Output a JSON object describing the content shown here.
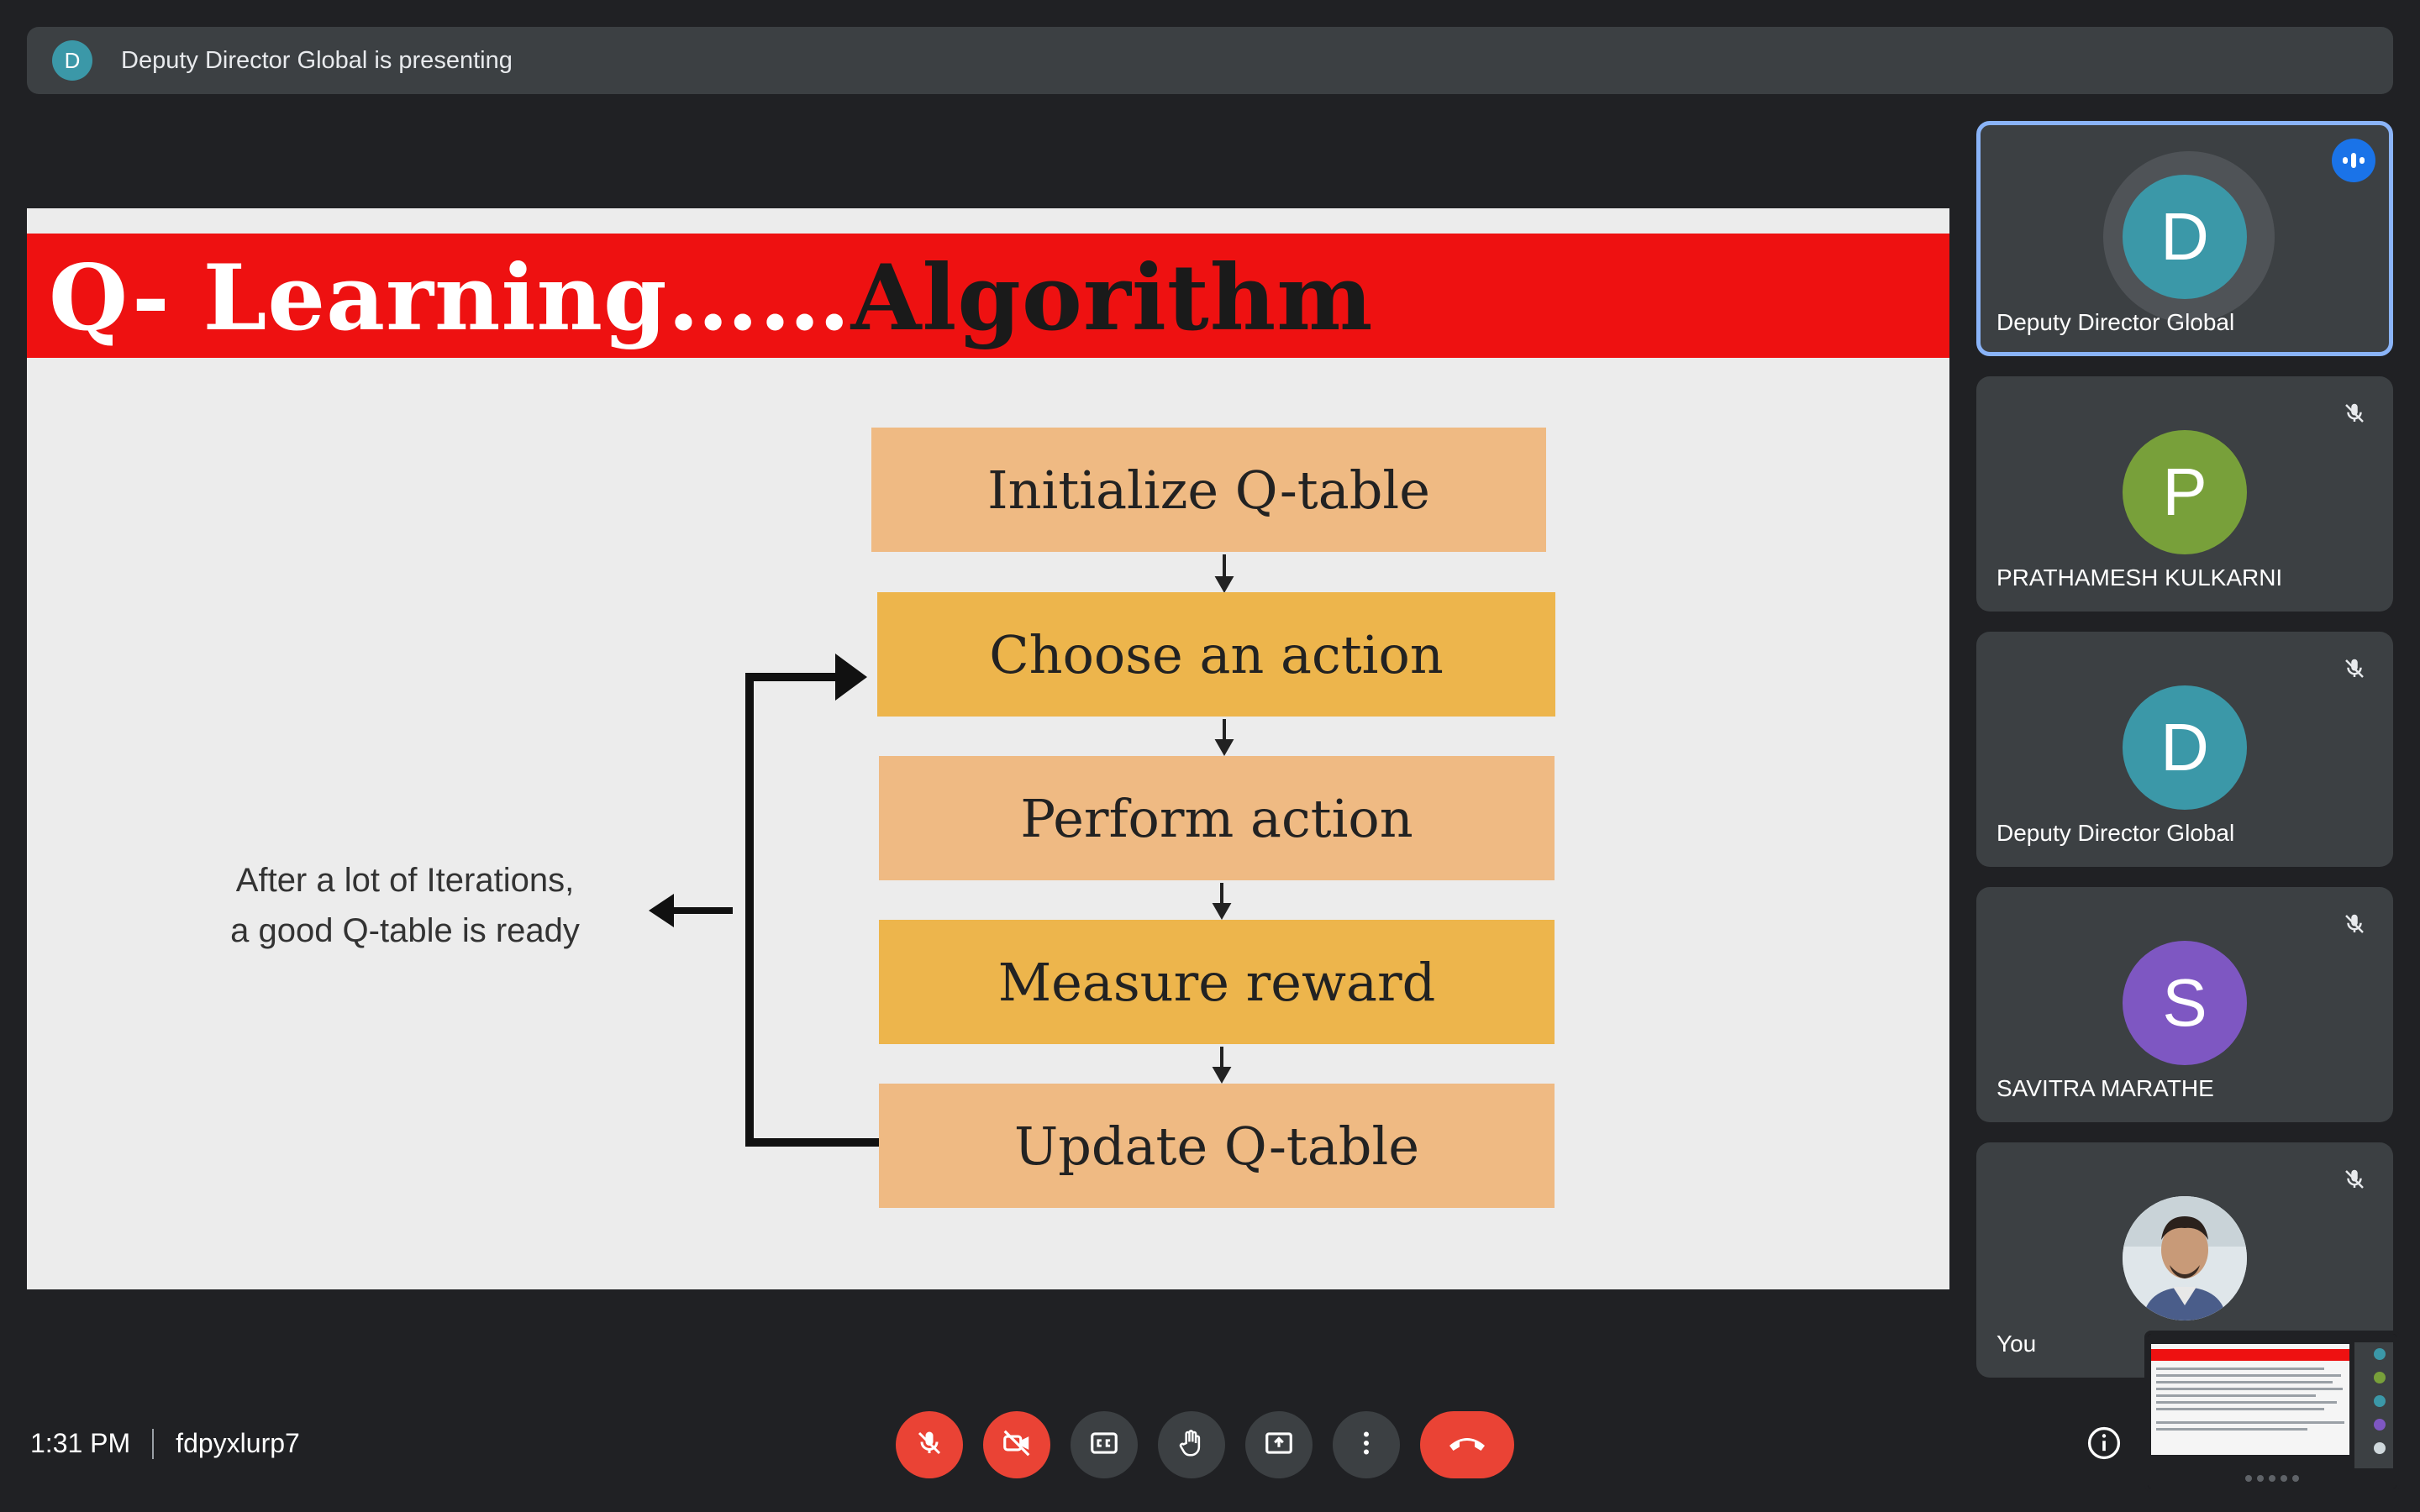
{
  "colors": {
    "background": "#202124",
    "surface": "#3c4043",
    "accent_blue": "#1a73e8",
    "active_outline": "#8ab4f8",
    "danger_red": "#ea4335",
    "avatar_teal": "#3b98a8",
    "avatar_green": "#78a03a",
    "avatar_purple": "#7e57c2",
    "slide_banner": "#ee1111",
    "flow_light": "#efba83",
    "flow_dark": "#edb54c"
  },
  "presenting": {
    "initial": "D",
    "text": "Deputy Director Global is presenting"
  },
  "slide": {
    "title_part1": "Q- Learning……",
    "title_part2": "Algorithm",
    "steps": [
      "Initialize Q-table",
      "Choose an action",
      "Perform action",
      "Measure reward",
      "Update Q-table"
    ],
    "note_line1": "After a lot of Iterations,",
    "note_line2": "a good Q-table is ready"
  },
  "participants": [
    {
      "initial": "D",
      "name": "Deputy Director Global",
      "state": "speaking",
      "icon": "speaking-icon"
    },
    {
      "initial": "P",
      "name": "PRATHAMESH KULKARNI",
      "state": "muted",
      "icon": "mic-off-icon"
    },
    {
      "initial": "D",
      "name": "Deputy Director Global",
      "state": "muted",
      "icon": "mic-off-icon"
    },
    {
      "initial": "S",
      "name": "SAVITRA MARATHE",
      "state": "muted",
      "icon": "mic-off-icon"
    },
    {
      "initial": "",
      "name": "You",
      "state": "muted",
      "icon": "mic-off-icon"
    }
  ],
  "meeting": {
    "time": "1:31 PM",
    "code": "fdpyxlurp7"
  },
  "controls": [
    {
      "name": "mic-off-icon",
      "state": "off"
    },
    {
      "name": "camera-off-icon",
      "state": "off"
    },
    {
      "name": "captions-icon",
      "state": "normal"
    },
    {
      "name": "raise-hand-icon",
      "state": "normal"
    },
    {
      "name": "present-screen-icon",
      "state": "normal"
    },
    {
      "name": "more-options-icon",
      "state": "normal"
    },
    {
      "name": "end-call-icon",
      "state": "danger"
    },
    {
      "name": "info-icon",
      "state": "normal"
    }
  ]
}
